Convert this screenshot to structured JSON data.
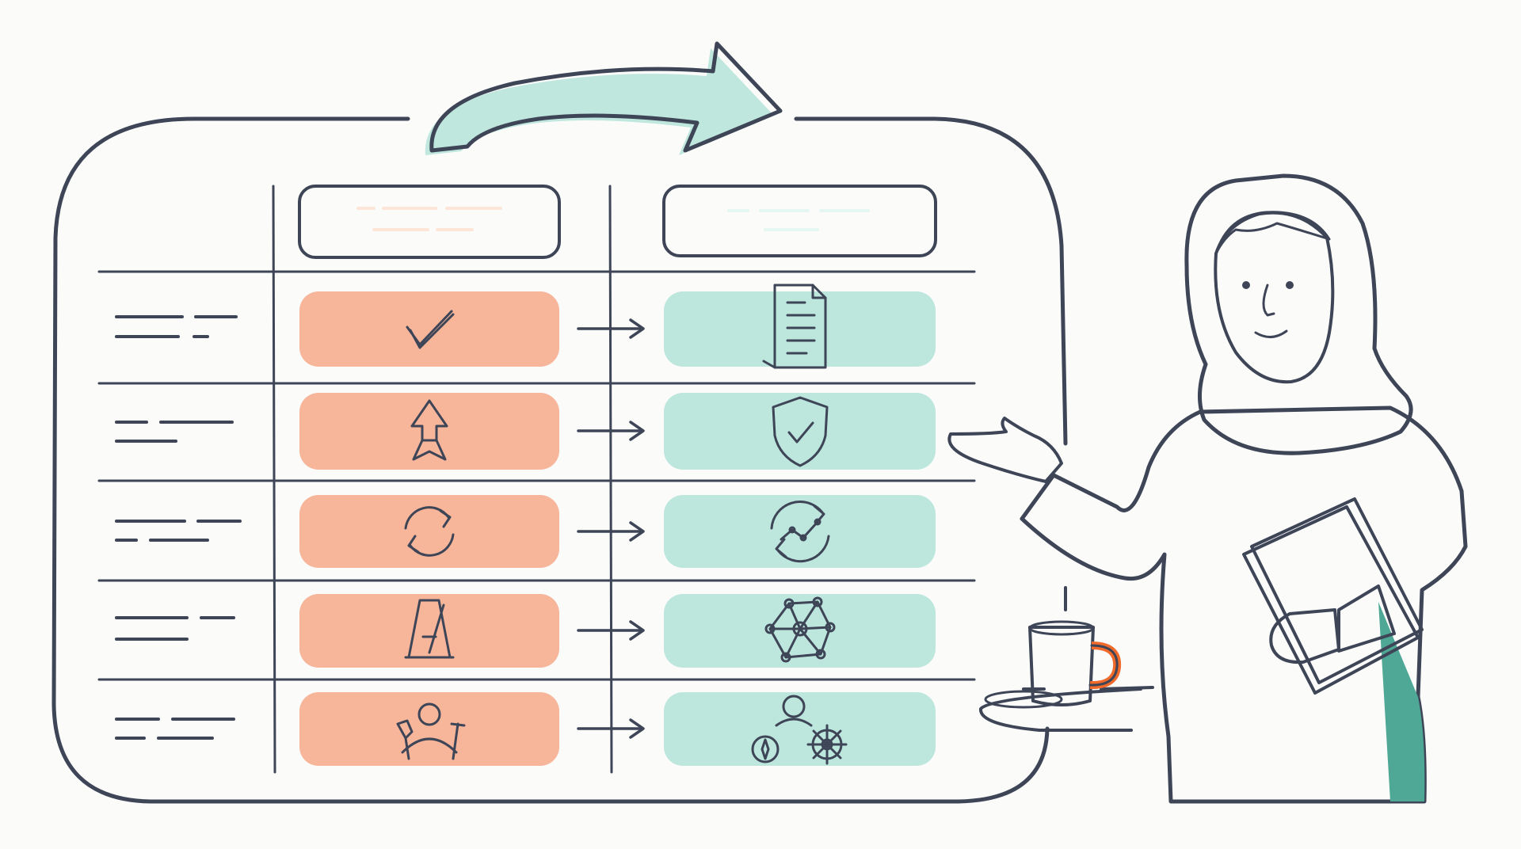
{
  "colors": {
    "ink": "#3d4557",
    "orange": "#f06a2c",
    "orange_light": "#f7b59a",
    "teal": "#6fc8b9",
    "teal_light": "#bde6dd",
    "teal_dark": "#4fa896",
    "book": "#f5b97a"
  },
  "table": {
    "columns": [
      {
        "name": "before-column",
        "header_color": "orange"
      },
      {
        "name": "after-column",
        "header_color": "teal"
      }
    ],
    "rows": [
      {
        "before_icon": "checkmark-icon",
        "after_icon": "document-icon"
      },
      {
        "before_icon": "up-arrow-rocket-icon",
        "after_icon": "shield-check-icon"
      },
      {
        "before_icon": "refresh-cycle-icon",
        "after_icon": "growth-cycle-icon"
      },
      {
        "before_icon": "metronome-icon",
        "after_icon": "network-icon"
      },
      {
        "before_icon": "tools-person-icon",
        "after_icon": "compass-wheel-person-icon"
      }
    ]
  },
  "transition_arrow": {
    "icon": "curved-arrow-icon"
  },
  "presenter": {
    "icons": [
      "presenter-woman",
      "book-icon",
      "coffee-mug-icon"
    ]
  }
}
